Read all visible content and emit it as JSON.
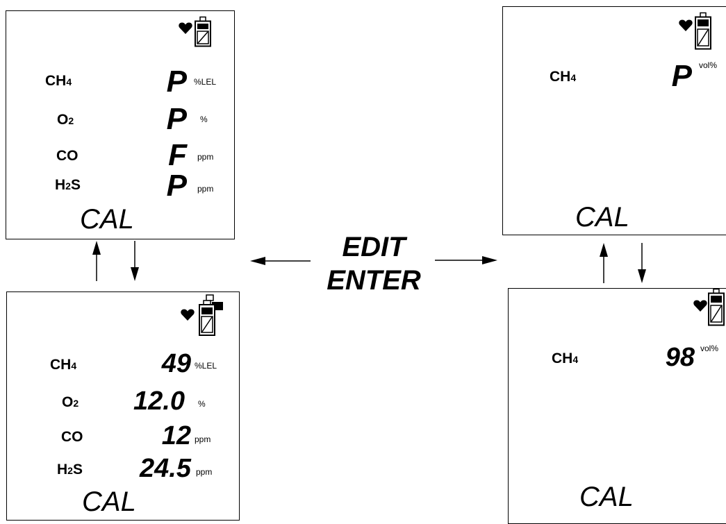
{
  "center": {
    "line1": "EDIT",
    "line2": "ENTER"
  },
  "screen_top_left": {
    "rows": [
      {
        "gas_main": "CH",
        "gas_sub": "4",
        "gas_tail": "",
        "value": "P",
        "unit": "%LEL"
      },
      {
        "gas_main": "O",
        "gas_sub": "2",
        "gas_tail": "",
        "value": "P",
        "unit": "%"
      },
      {
        "gas_main": "CO",
        "gas_sub": "",
        "gas_tail": "",
        "value": "F",
        "unit": "ppm"
      },
      {
        "gas_main": "H",
        "gas_sub": "2",
        "gas_tail": "S",
        "value": "P",
        "unit": "ppm"
      }
    ],
    "mode": "CAL"
  },
  "screen_bottom_left": {
    "rows": [
      {
        "gas_main": "CH",
        "gas_sub": "4",
        "gas_tail": "",
        "value": "49",
        "unit": "%LEL"
      },
      {
        "gas_main": "O",
        "gas_sub": "2",
        "gas_tail": "",
        "value": "12.0",
        "unit": "%"
      },
      {
        "gas_main": "CO",
        "gas_sub": "",
        "gas_tail": "",
        "value": "12",
        "unit": "ppm"
      },
      {
        "gas_main": "H",
        "gas_sub": "2",
        "gas_tail": "S",
        "value": "24.5",
        "unit": "ppm"
      }
    ],
    "mode": "CAL"
  },
  "screen_top_right": {
    "gas_main": "CH",
    "gas_sub": "4",
    "value": "P",
    "unit": "vol%",
    "mode": "CAL"
  },
  "screen_bottom_right": {
    "gas_main": "CH",
    "gas_sub": "4",
    "value": "98",
    "unit": "vol%",
    "mode": "CAL"
  },
  "icons": [
    "heart-icon",
    "battery-icon",
    "pump-battery-icon",
    "arrow-left-icon",
    "arrow-right-icon",
    "arrow-up-icon",
    "arrow-down-icon"
  ]
}
